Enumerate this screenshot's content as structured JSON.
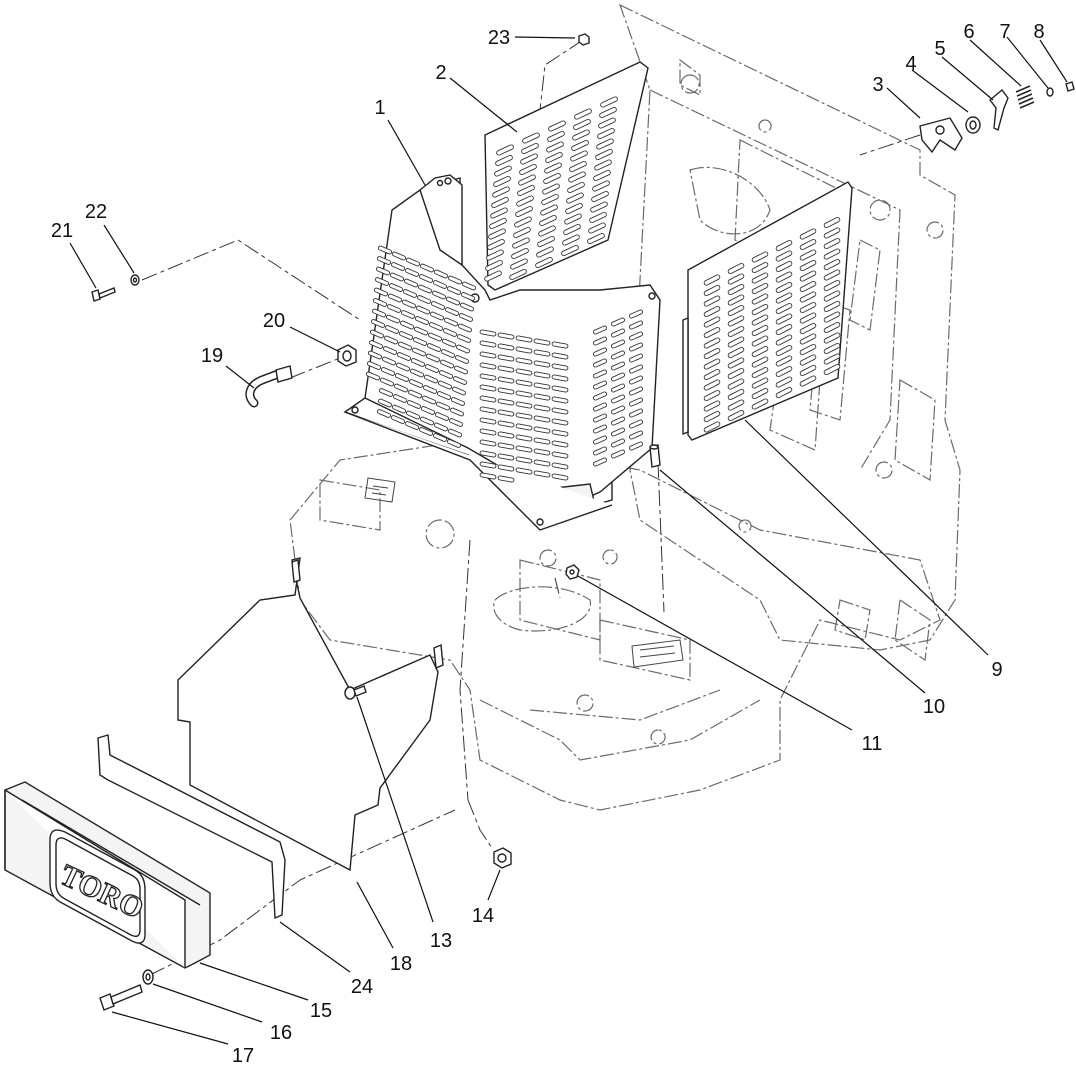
{
  "diagram": {
    "logo_text": "TORO",
    "callouts": [
      {
        "id": 1,
        "label": "1"
      },
      {
        "id": 2,
        "label": "2"
      },
      {
        "id": 3,
        "label": "3"
      },
      {
        "id": 4,
        "label": "4"
      },
      {
        "id": 5,
        "label": "5"
      },
      {
        "id": 6,
        "label": "6"
      },
      {
        "id": 7,
        "label": "7"
      },
      {
        "id": 8,
        "label": "8"
      },
      {
        "id": 9,
        "label": "9"
      },
      {
        "id": 10,
        "label": "10"
      },
      {
        "id": 11,
        "label": "11"
      },
      {
        "id": 13,
        "label": "13"
      },
      {
        "id": 14,
        "label": "14"
      },
      {
        "id": 15,
        "label": "15"
      },
      {
        "id": 16,
        "label": "16"
      },
      {
        "id": 17,
        "label": "17"
      },
      {
        "id": 18,
        "label": "18"
      },
      {
        "id": 19,
        "label": "19"
      },
      {
        "id": 20,
        "label": "20"
      },
      {
        "id": 21,
        "label": "21"
      },
      {
        "id": 22,
        "label": "22"
      },
      {
        "id": 23,
        "label": "23"
      },
      {
        "id": 24,
        "label": "24"
      }
    ]
  }
}
